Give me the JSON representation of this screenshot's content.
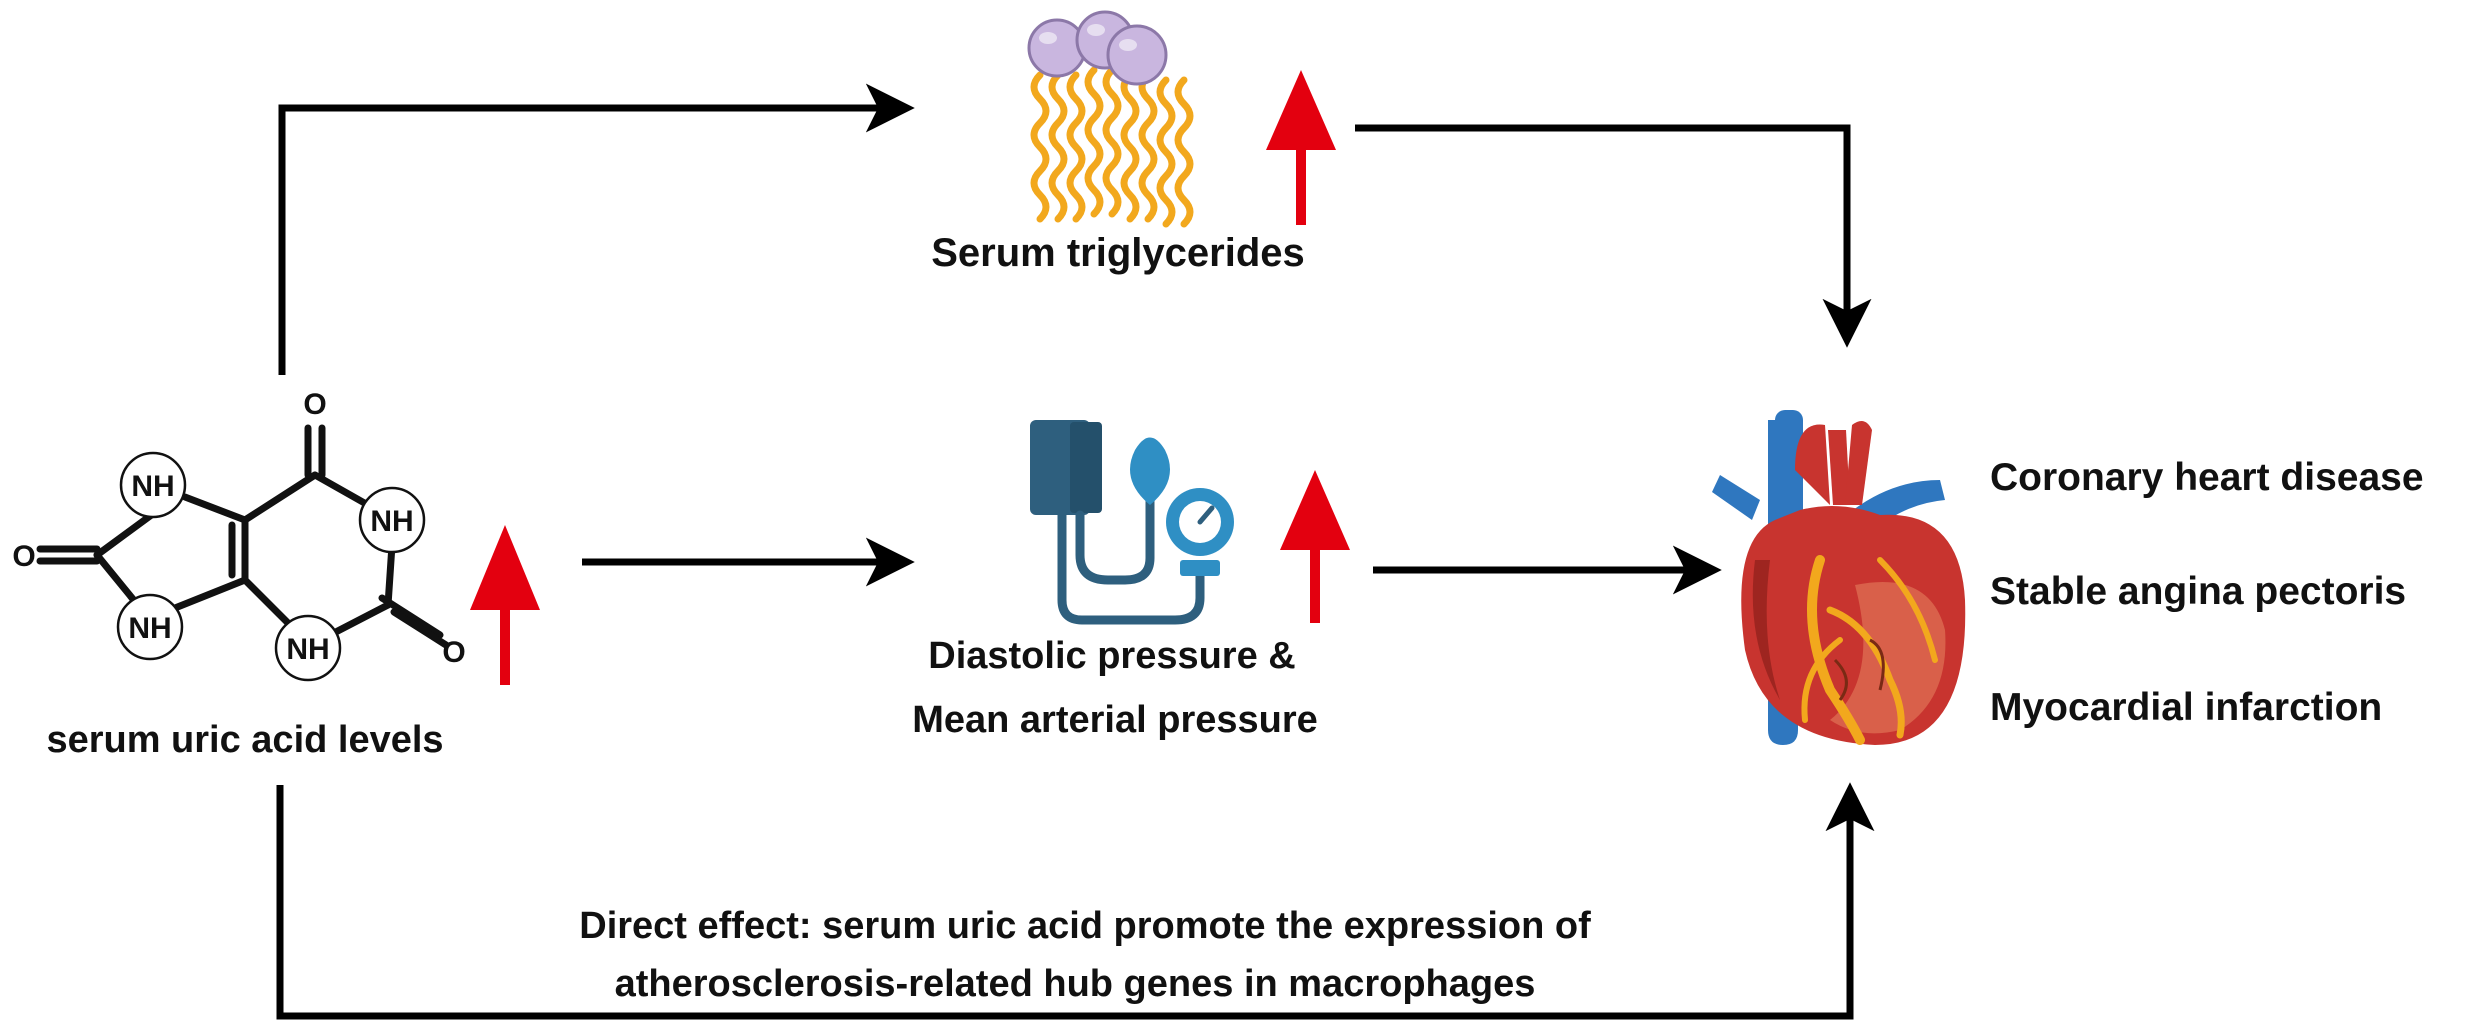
{
  "labels": {
    "uric_acid": "serum uric acid levels",
    "triglycerides": "Serum triglycerides",
    "pressure_line1": "Diastolic pressure &",
    "pressure_line2": "Mean arterial pressure",
    "direct_line1": "Direct effect: serum uric acid promote the expression of",
    "direct_line2": "atherosclerosis-related hub genes in macrophages"
  },
  "outcomes": [
    "Coronary heart disease",
    "Stable angina pectoris",
    "Myocardial infarction"
  ],
  "molecule": {
    "nh": "NH",
    "o": "O"
  },
  "icons": {
    "molecule": "uric-acid-structure-icon",
    "lipid": "triglyceride-lipid-icon",
    "blood_pressure": "blood-pressure-monitor-icon",
    "heart": "anatomical-heart-icon",
    "increase": "red-up-arrow-icon"
  },
  "colors": {
    "arrow": "#000000",
    "increase_arrow": "#e3000f",
    "lipid_head": "#c9b6df",
    "lipid_tail": "#f2a81d",
    "monitor_dark": "#2e5f7e",
    "monitor_light": "#2f8fc4",
    "heart_red": "#c8342f",
    "artery_blue": "#2f77bf"
  }
}
